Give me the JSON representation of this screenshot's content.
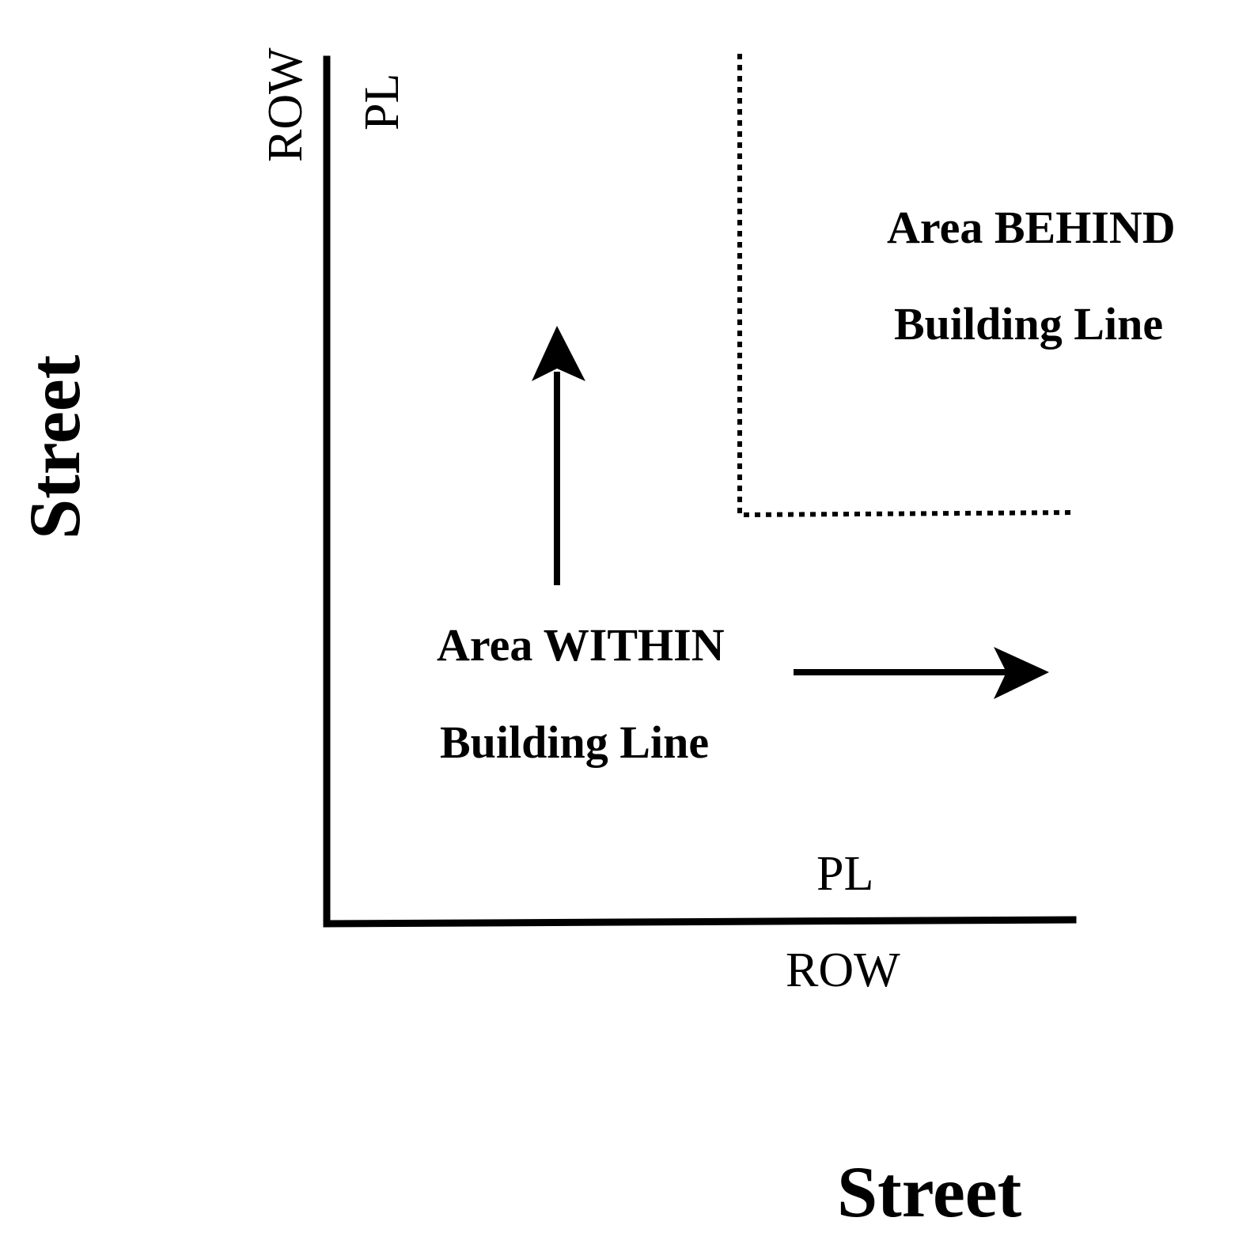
{
  "labels": {
    "street_left": "Street",
    "street_bottom": "Street",
    "row_left": "ROW",
    "pl_left": "PL",
    "pl_bottom": "PL",
    "row_bottom": "ROW",
    "behind_line1": "Area BEHIND",
    "behind_line2": "Building Line",
    "within_line1": "Area WITHIN",
    "within_line2": "Building Line"
  },
  "colors": {
    "ink": "#000000",
    "background": "#ffffff"
  }
}
